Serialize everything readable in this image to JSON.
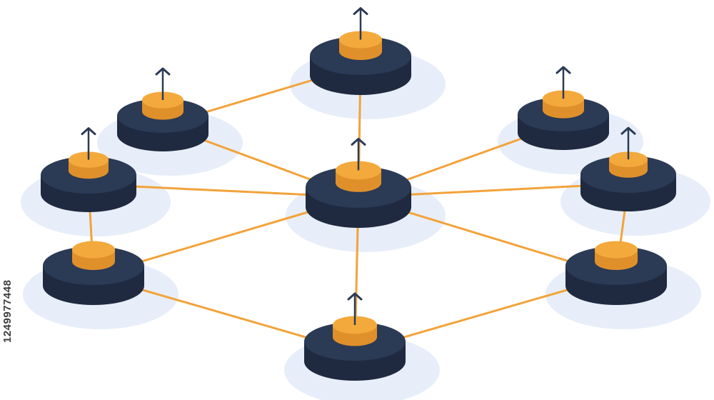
{
  "diagram": {
    "type": "network-topology",
    "colors": {
      "node_body": "#2b3a55",
      "node_body_side": "#1f2a40",
      "node_cap": "#f4a93c",
      "node_cap_side": "#e0902a",
      "link": "#f2a33a",
      "antenna": "#2b3a55",
      "shadow": "#e7eef9"
    },
    "nodes": [
      {
        "id": "hub",
        "role": "center",
        "antenna": true
      },
      {
        "id": "top",
        "antenna": true
      },
      {
        "id": "upper-left",
        "antenna": true
      },
      {
        "id": "left",
        "antenna": true
      },
      {
        "id": "lower-left",
        "antenna": false
      },
      {
        "id": "bottom",
        "antenna": true
      },
      {
        "id": "upper-right",
        "antenna": true
      },
      {
        "id": "right",
        "antenna": true
      },
      {
        "id": "lower-right",
        "antenna": false
      }
    ],
    "links": [
      [
        "hub",
        "top"
      ],
      [
        "hub",
        "upper-left"
      ],
      [
        "hub",
        "left"
      ],
      [
        "hub",
        "lower-left"
      ],
      [
        "hub",
        "bottom"
      ],
      [
        "hub",
        "upper-right"
      ],
      [
        "hub",
        "right"
      ],
      [
        "hub",
        "lower-right"
      ],
      [
        "top",
        "upper-left"
      ],
      [
        "left",
        "lower-left"
      ],
      [
        "lower-left",
        "bottom"
      ],
      [
        "bottom",
        "lower-right"
      ],
      [
        "right",
        "lower-right"
      ]
    ]
  },
  "watermark": {
    "id_text": "1249977448"
  }
}
